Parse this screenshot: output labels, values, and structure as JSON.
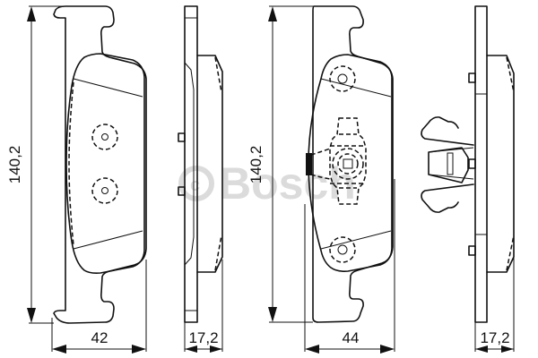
{
  "drawing": {
    "title": "Brake pad set technical drawing",
    "watermark": {
      "copyright_symbol": "©",
      "brand": "Bosch"
    },
    "views": [
      {
        "name": "pad-1-front",
        "height_dim": "140,2",
        "width_dim": "42"
      },
      {
        "name": "pad-1-side",
        "thickness_dim": "17,2"
      },
      {
        "name": "pad-2-front",
        "height_dim": "140,2",
        "width_dim": "44"
      },
      {
        "name": "pad-2-side-with-clip",
        "thickness_dim": "17,2"
      }
    ]
  }
}
